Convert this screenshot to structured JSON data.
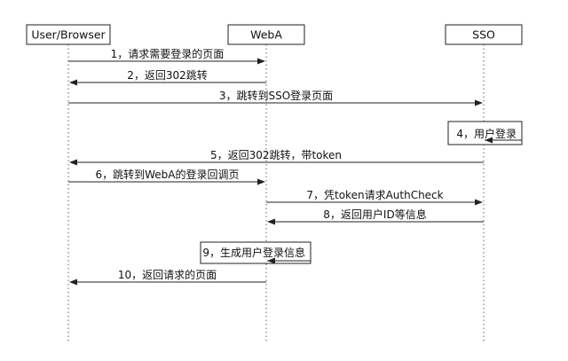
{
  "colors": {
    "line": "#222222",
    "lifeline": "#666666",
    "text": "#111111",
    "background": "#ffffff"
  },
  "participants": [
    {
      "id": "user",
      "label": "User/Browser"
    },
    {
      "id": "weba",
      "label": "WebA"
    },
    {
      "id": "sso",
      "label": "SSO"
    }
  ],
  "messages": [
    {
      "from": "user",
      "to": "weba",
      "label": "1，请求需要登录的页面"
    },
    {
      "from": "weba",
      "to": "user",
      "label": "2，返回302跳转"
    },
    {
      "from": "user",
      "to": "sso",
      "label": "3，跳转到SSO登录页面"
    },
    {
      "from": "sso",
      "to": "sso",
      "label": "4，用户登录"
    },
    {
      "from": "sso",
      "to": "user",
      "label": "5，返回302跳转，带token"
    },
    {
      "from": "user",
      "to": "weba",
      "label": "6，跳转到WebA的登录回调页"
    },
    {
      "from": "weba",
      "to": "sso",
      "label": "7，凭token请求AuthCheck"
    },
    {
      "from": "sso",
      "to": "weba",
      "label": "8，返回用户ID等信息"
    },
    {
      "from": "weba",
      "to": "weba",
      "label": "9，生成用户登录信息"
    },
    {
      "from": "weba",
      "to": "user",
      "label": "10，返回请求的页面"
    }
  ]
}
